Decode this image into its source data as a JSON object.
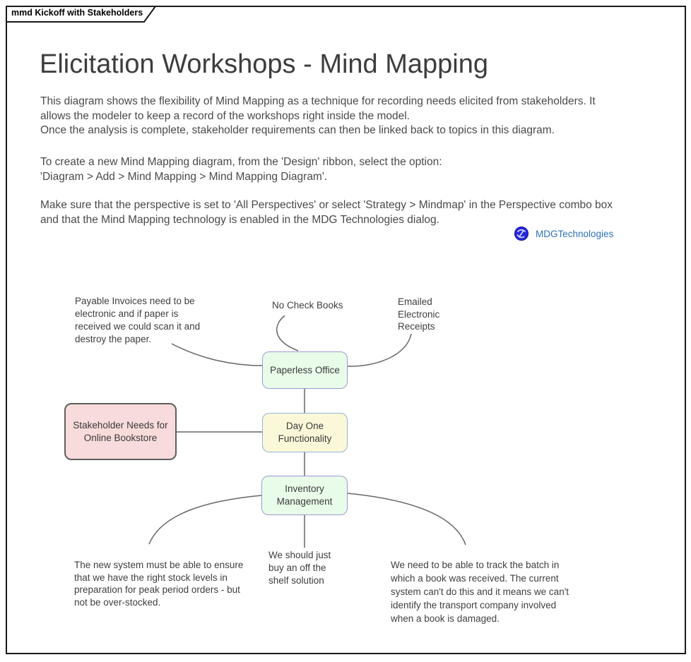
{
  "frame": {
    "tab_label": "mmd Kickoff with Stakeholders"
  },
  "header": {
    "title": "Elicitation Workshops - Mind Mapping",
    "intro_lines": [
      "This diagram shows the flexibility of Mind Mapping as a technique for recording needs elicited from stakeholders.  It",
      "allows the modeler to keep a record of the workshops right inside the model.",
      "Once the analysis is complete, stakeholder requirements can then be linked back to topics in this diagram."
    ],
    "create_lines": [
      "To create a new Mind Mapping diagram, from the 'Design' ribbon, select the option:",
      "'Diagram > Add > Mind Mapping > Mind Mapping Diagram'."
    ],
    "perspective_lines": [
      "Make sure that the perspective is set to 'All Perspectives' or select 'Strategy > Mindmap' in the Perspective combo box",
      "and that the Mind Mapping technology is enabled in the MDG Technologies dialog."
    ]
  },
  "link": {
    "label": "MDGTechnologies",
    "color": "#2e74b5",
    "icon": "mdg-technologies-icon"
  },
  "mindmap": {
    "nodes": {
      "stakeholder": {
        "label": "Stakeholder Needs for Online Bookstore",
        "fill": "#f8dbdb",
        "border": "#5f5f5f"
      },
      "paperless": {
        "label": "Paperless Office",
        "fill": "#e9fce9",
        "border": "#9a9ad2"
      },
      "dayone": {
        "label": "Day One Functionality",
        "fill": "#fbf8d9",
        "border": "#8fb4d8"
      },
      "inventory": {
        "label": "Inventory Management",
        "fill": "#e9fce9",
        "border": "#9a9ad2"
      }
    },
    "notes": {
      "payable": {
        "lines": [
          "Payable Invoices need to be",
          "electronic and if paper is",
          "received we could scan it and",
          "destroy the paper."
        ]
      },
      "nocheck": {
        "lines": [
          "No Check Books"
        ]
      },
      "emailed": {
        "lines": [
          "Emailed",
          "Electronic",
          "Receipts"
        ]
      },
      "newsystem": {
        "lines": [
          "The new system must be able to ensure",
          "that we have the right stock levels in",
          "preparation for peak period orders - but",
          "not be over-stocked."
        ]
      },
      "offshelf": {
        "lines": [
          "We should just",
          "buy an off the",
          "shelf solution"
        ]
      },
      "track": {
        "lines": [
          "We need to be able to track the batch in",
          "which a book was received. The current",
          "system can't do this and it means we can't",
          "identify the transport company involved",
          "when a book is damaged."
        ]
      }
    },
    "connector_color": "#666666"
  }
}
